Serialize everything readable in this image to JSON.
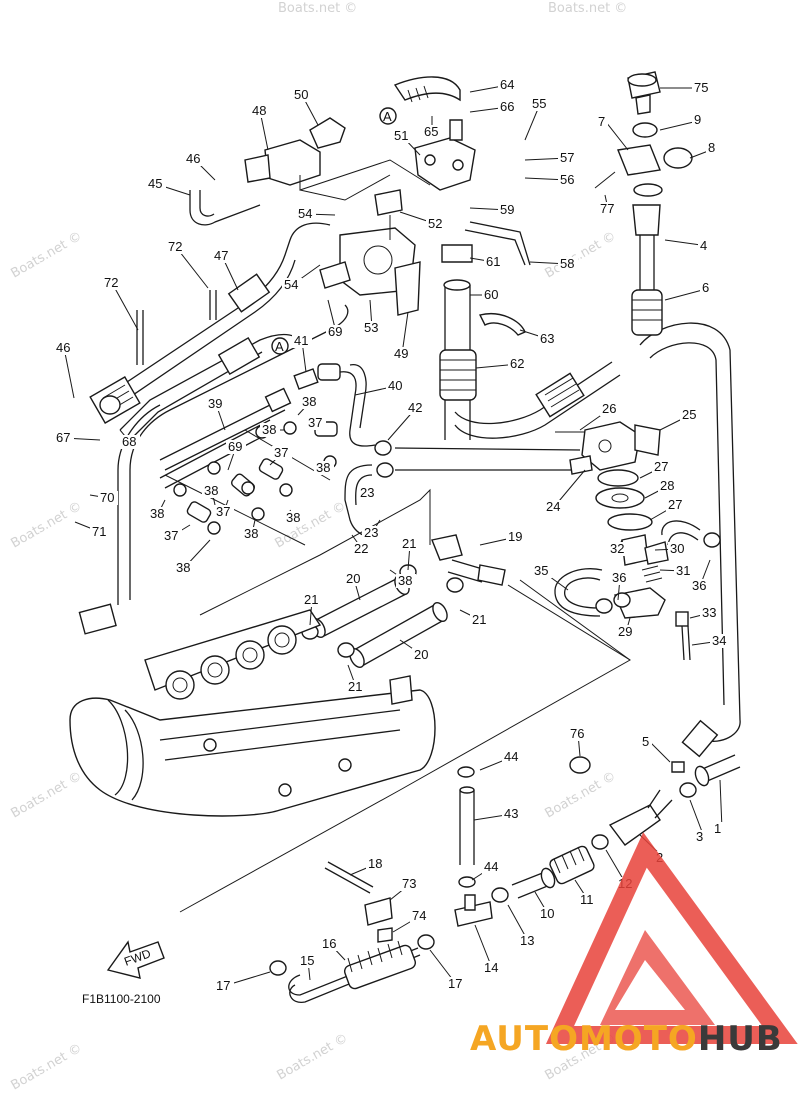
{
  "diagram": {
    "figure_code": "F1B1100-2100",
    "fwd_label": "FWD",
    "ref_label": "A",
    "callouts": [
      {
        "id": "c64",
        "label": "64"
      },
      {
        "id": "c66",
        "label": "66"
      },
      {
        "id": "c65",
        "label": "65"
      },
      {
        "id": "c55",
        "label": "55"
      },
      {
        "id": "c75",
        "label": "75"
      },
      {
        "id": "c50",
        "label": "50"
      },
      {
        "id": "c48",
        "label": "48"
      },
      {
        "id": "c7",
        "label": "7"
      },
      {
        "id": "c9",
        "label": "9"
      },
      {
        "id": "c8",
        "label": "8"
      },
      {
        "id": "c51",
        "label": "51"
      },
      {
        "id": "c57",
        "label": "57"
      },
      {
        "id": "c56",
        "label": "56"
      },
      {
        "id": "c46a",
        "label": "46"
      },
      {
        "id": "c45",
        "label": "45"
      },
      {
        "id": "c77",
        "label": "77"
      },
      {
        "id": "c52",
        "label": "52"
      },
      {
        "id": "c59",
        "label": "59"
      },
      {
        "id": "c54a",
        "label": "54"
      },
      {
        "id": "c4",
        "label": "4"
      },
      {
        "id": "c72a",
        "label": "72"
      },
      {
        "id": "c47",
        "label": "47"
      },
      {
        "id": "c54b",
        "label": "54"
      },
      {
        "id": "c61",
        "label": "61"
      },
      {
        "id": "c58",
        "label": "58"
      },
      {
        "id": "c72b",
        "label": "72"
      },
      {
        "id": "c6",
        "label": "6"
      },
      {
        "id": "c60",
        "label": "60"
      },
      {
        "id": "c69a",
        "label": "69"
      },
      {
        "id": "c53",
        "label": "53"
      },
      {
        "id": "c49",
        "label": "49"
      },
      {
        "id": "c63",
        "label": "63"
      },
      {
        "id": "c46b",
        "label": "46"
      },
      {
        "id": "c41",
        "label": "41"
      },
      {
        "id": "c62",
        "label": "62"
      },
      {
        "id": "c40",
        "label": "40"
      },
      {
        "id": "c39",
        "label": "39"
      },
      {
        "id": "c38a",
        "label": "38"
      },
      {
        "id": "c42",
        "label": "42"
      },
      {
        "id": "c26",
        "label": "26"
      },
      {
        "id": "c25",
        "label": "25"
      },
      {
        "id": "c67",
        "label": "67"
      },
      {
        "id": "c68",
        "label": "68"
      },
      {
        "id": "c37a",
        "label": "37"
      },
      {
        "id": "c38b",
        "label": "38"
      },
      {
        "id": "c37b",
        "label": "37"
      },
      {
        "id": "c69b",
        "label": "69"
      },
      {
        "id": "c38c",
        "label": "38"
      },
      {
        "id": "c27a",
        "label": "27"
      },
      {
        "id": "c28",
        "label": "28"
      },
      {
        "id": "c70",
        "label": "70"
      },
      {
        "id": "c38d",
        "label": "38"
      },
      {
        "id": "c23a",
        "label": "23"
      },
      {
        "id": "c38e",
        "label": "38"
      },
      {
        "id": "c24",
        "label": "24"
      },
      {
        "id": "c27b",
        "label": "27"
      },
      {
        "id": "c38f",
        "label": "38"
      },
      {
        "id": "c37c",
        "label": "37"
      },
      {
        "id": "c71",
        "label": "71"
      },
      {
        "id": "c38g",
        "label": "38"
      },
      {
        "id": "c38h",
        "label": "38"
      },
      {
        "id": "c23b",
        "label": "23"
      },
      {
        "id": "c37d",
        "label": "37"
      },
      {
        "id": "c19",
        "label": "19"
      },
      {
        "id": "c32",
        "label": "32"
      },
      {
        "id": "c30",
        "label": "30"
      },
      {
        "id": "c22",
        "label": "22"
      },
      {
        "id": "c21a",
        "label": "21"
      },
      {
        "id": "c35",
        "label": "35"
      },
      {
        "id": "c31",
        "label": "31"
      },
      {
        "id": "c36a",
        "label": "36"
      },
      {
        "id": "c36b",
        "label": "36"
      },
      {
        "id": "c38i",
        "label": "38"
      },
      {
        "id": "c20a",
        "label": "20"
      },
      {
        "id": "c21b",
        "label": "21"
      },
      {
        "id": "c21c",
        "label": "21"
      },
      {
        "id": "c33",
        "label": "33"
      },
      {
        "id": "c29",
        "label": "29"
      },
      {
        "id": "c34",
        "label": "34"
      },
      {
        "id": "c20b",
        "label": "20"
      },
      {
        "id": "c21d",
        "label": "21"
      },
      {
        "id": "c76",
        "label": "76"
      },
      {
        "id": "c44a",
        "label": "44"
      },
      {
        "id": "c5",
        "label": "5"
      },
      {
        "id": "c43",
        "label": "43"
      },
      {
        "id": "c3",
        "label": "3"
      },
      {
        "id": "c1",
        "label": "1"
      },
      {
        "id": "c2",
        "label": "2"
      },
      {
        "id": "c18",
        "label": "18"
      },
      {
        "id": "c44b",
        "label": "44"
      },
      {
        "id": "c12",
        "label": "12"
      },
      {
        "id": "c73",
        "label": "73"
      },
      {
        "id": "c11",
        "label": "11"
      },
      {
        "id": "c10",
        "label": "10"
      },
      {
        "id": "c74",
        "label": "74"
      },
      {
        "id": "c13",
        "label": "13"
      },
      {
        "id": "c16",
        "label": "16"
      },
      {
        "id": "c15",
        "label": "15"
      },
      {
        "id": "c14",
        "label": "14"
      },
      {
        "id": "c17a",
        "label": "17"
      },
      {
        "id": "c17b",
        "label": "17"
      }
    ]
  },
  "watermark": {
    "text": "Boats.net ©"
  },
  "logo": {
    "part1": "AUTOMOTO",
    "part2": "HUB",
    "color_red": "#e8423a",
    "color_orange": "#f5a623",
    "color_dark": "#3a3a3a"
  }
}
